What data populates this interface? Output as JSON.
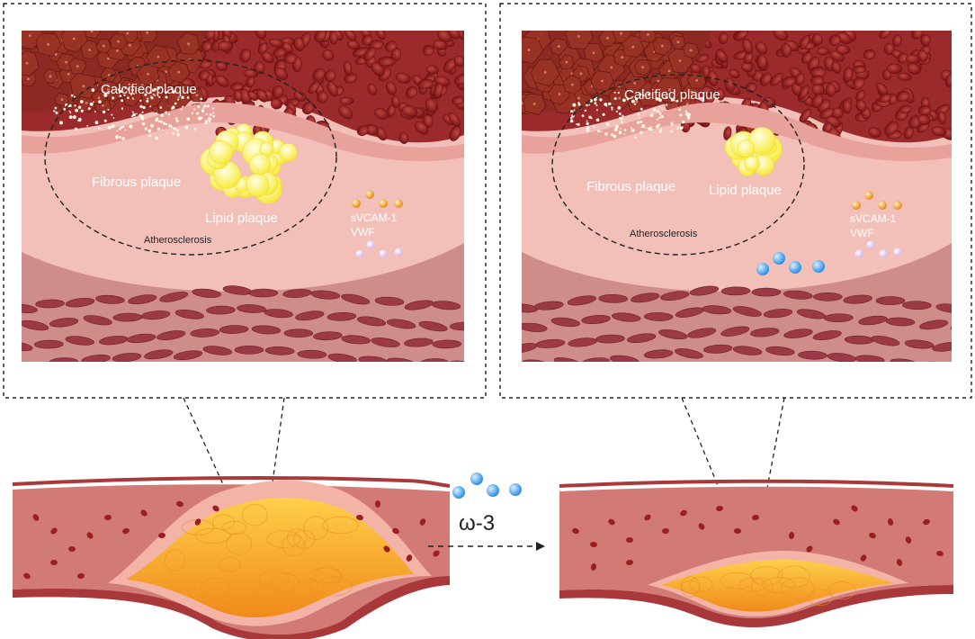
{
  "panels": [
    {
      "labels": {
        "calcified": "Calcified plaque",
        "fibrous": "Fibrous plaque",
        "lipid": "Lipid plaque",
        "athero": "Atherosclerosis",
        "marker1": "sVCAM-1",
        "marker2": "VWF"
      }
    },
    {
      "labels": {
        "calcified": "Calcified plaque",
        "fibrous": "Fibrous plaque",
        "lipid": "Lipid plaque",
        "athero": "Atherosclerosis",
        "marker1": "sVCAM-1",
        "marker2": "VWF"
      }
    }
  ],
  "treatment": {
    "label": "ω-3"
  },
  "colors": {
    "blood": "#8e1e22",
    "plasma": "#f0b5ae",
    "intima": "#efa8a2",
    "media": "#cf8a86",
    "smooth_muscle": "#9b3a45",
    "lipid": "#fff176",
    "plaque_core": "#f5a623",
    "marker_orange": "#f39c34",
    "marker_pink": "#e6ccf2",
    "omega_blue": "#4aa3e8"
  }
}
